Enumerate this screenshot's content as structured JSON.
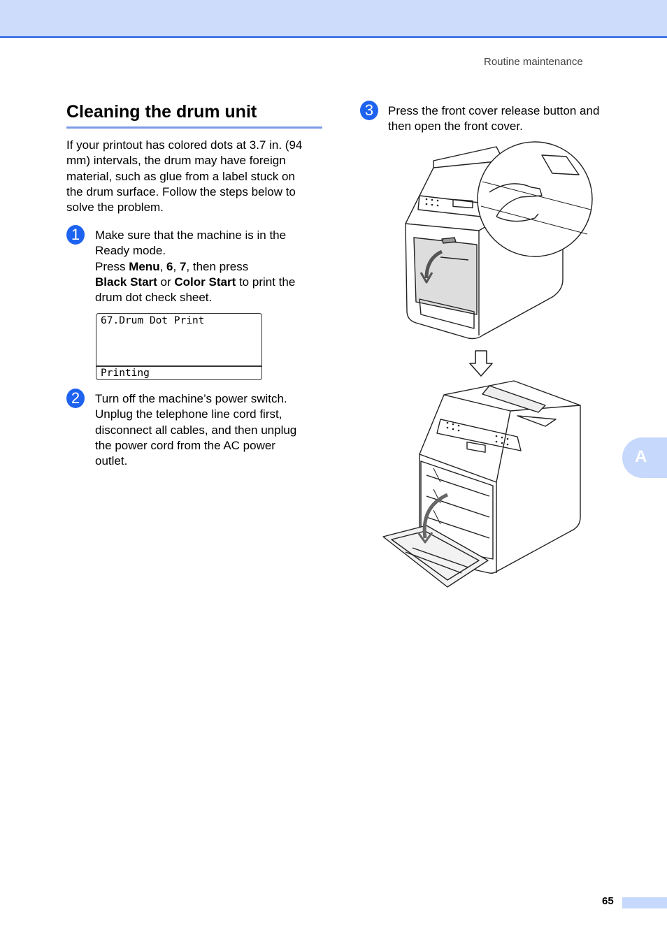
{
  "header": {
    "running_head": "Routine maintenance"
  },
  "section": {
    "title": "Cleaning the drum unit",
    "intro_lines": [
      "If your printout has colored dots at 3.7 in. (94",
      "mm) intervals, the drum may have foreign",
      "material, such as glue from a label stuck on",
      "the drum surface. Follow the steps below to",
      "solve the problem."
    ]
  },
  "steps": [
    {
      "number": "1",
      "line1": "Make sure that the machine is in the",
      "line2": "Ready mode.",
      "line3_pre": "Press ",
      "key_menu": "Menu",
      "sep1": ", ",
      "key_6": "6",
      "sep2": ", ",
      "key_7": "7",
      "line3_post": ", then press",
      "key_black": "Black Start",
      "or": " or ",
      "key_color": "Color Start",
      "line4_post": " to print the",
      "line5": "drum dot check sheet."
    },
    {
      "number": "2",
      "lines": [
        "Turn off the machine’s power switch.",
        "Unplug the telephone line cord first,",
        "disconnect all cables, and then unplug",
        "the power cord from the AC power",
        "outlet."
      ]
    },
    {
      "number": "3",
      "lines": [
        "Press the front cover release button and",
        "then open the front cover."
      ]
    }
  ],
  "lcd": {
    "line1": "67.Drum Dot Print",
    "line2": "Printing"
  },
  "side_tab": {
    "label": "A"
  },
  "footer": {
    "page_number": "65"
  },
  "colors": {
    "accent_blue": "#1e63f0",
    "band": "#cddcfb",
    "tab": "#c6d8fb"
  },
  "icons": [
    "printer-closed-illustration",
    "down-arrow-icon",
    "printer-open-illustration"
  ]
}
